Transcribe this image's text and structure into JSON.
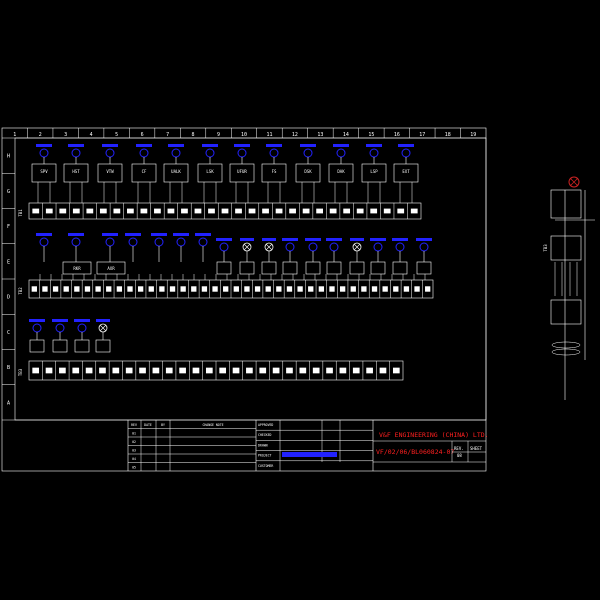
{
  "colors": {
    "background": "#000000",
    "frame": "#ffffff",
    "symbol": "#2222ff",
    "title_red": "#ff2020",
    "lamp_red": "#cc2222"
  },
  "grid_columns": [
    "1",
    "2",
    "3",
    "4",
    "5",
    "6",
    "7",
    "8",
    "9",
    "10",
    "11",
    "12",
    "13",
    "14",
    "15",
    "16",
    "17",
    "18",
    "19"
  ],
  "grid_rows": [
    "H",
    "G",
    "F",
    "E",
    "D",
    "C",
    "B",
    "A"
  ],
  "row1": {
    "labels": [
      "SPV",
      "HST",
      "VTW",
      "CF",
      "UALK",
      "LSK",
      "UFUR",
      "FS",
      "DSK",
      "DAK",
      "LSP",
      "EXT"
    ],
    "strip_label": "TB1",
    "terminal_count": 29
  },
  "row2": {
    "labels": [
      "RKR",
      "AXR"
    ],
    "strip_label": "TB2",
    "terminal_count": 38
  },
  "row3": {
    "strip_label": "TB3",
    "terminal_count": 28
  },
  "title_block": {
    "company": "V&F ENGINEERING (CHINA) LTD.",
    "drawing_no": "VF/02/06/BL060824-07",
    "rev_header": "REV.",
    "sheet_header": "SHEET",
    "sheet_no": "08",
    "revision_headers": [
      "REV",
      "DATE",
      "BY",
      "CHANGE NOTE"
    ],
    "revision_rows": [
      "01",
      "02",
      "03",
      "04",
      "05"
    ],
    "fields": [
      {
        "label": "APPROVED",
        "value": ""
      },
      {
        "label": "CHECKED",
        "value": ""
      },
      {
        "label": "DRAWN",
        "value": ""
      },
      {
        "label": "PROJECT",
        "value": ""
      },
      {
        "label": "CUSTOMER",
        "value": ""
      }
    ]
  },
  "side_detail": {
    "strip_label": "TB3"
  }
}
